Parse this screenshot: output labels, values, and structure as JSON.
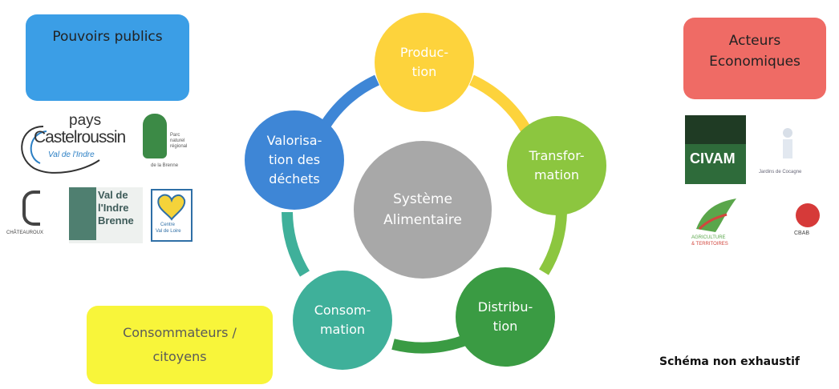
{
  "actors": {
    "public": {
      "line1": "Pouvoirs publics",
      "color": "#3b9ee6"
    },
    "economic": {
      "line1": "Acteurs",
      "line2": "Economiques",
      "color": "#ef6b65"
    },
    "consumers": {
      "line1": "Consommateurs /",
      "line2": "citoyens",
      "color": "#f8f53a"
    }
  },
  "cycle": {
    "center": {
      "line1": "Système",
      "line2": "Alimentaire",
      "color": "#a8a8a8"
    },
    "stages": [
      {
        "line1": "Produc-",
        "line2": "tion",
        "color": "#fdd33c"
      },
      {
        "line1": "Transfor-",
        "line2": "mation",
        "color": "#8cc63f"
      },
      {
        "line1": "Distribu-",
        "line2": "tion",
        "color": "#3a9b43"
      },
      {
        "line1": "Consom-",
        "line2": "mation",
        "color": "#3fb09a"
      },
      {
        "line1": "Valorisa-",
        "line2": "tion des",
        "line3": "déchets",
        "color": "#3e86d6"
      }
    ]
  },
  "logos": {
    "pays_castelroussin": {
      "line1": "pays",
      "line2": "Castelroussin",
      "line3": "Val de l'Indre"
    },
    "parc_brenne": {
      "line1": "Parc",
      "line2": "naturel",
      "line3": "régional",
      "line4": "de la Brenne"
    },
    "chateauroux": {
      "line1": "CHÂTEAUROUX"
    },
    "val_indre_brenne": {
      "line1": "Val de",
      "line2": "l'Indre",
      "line3": "Brenne"
    },
    "centre": {
      "line1": "Centre",
      "line2": "Val de Loire"
    },
    "civam": {
      "line1": "CIVAM"
    },
    "jardins": {
      "line1": "Jardins de Cocagne"
    },
    "agriculture": {
      "line1": "AGRICULTURE",
      "line2": "& TERRITOIRES"
    },
    "cbab": {
      "line1": "CBAB"
    }
  },
  "note": "Schéma non exhaustif"
}
